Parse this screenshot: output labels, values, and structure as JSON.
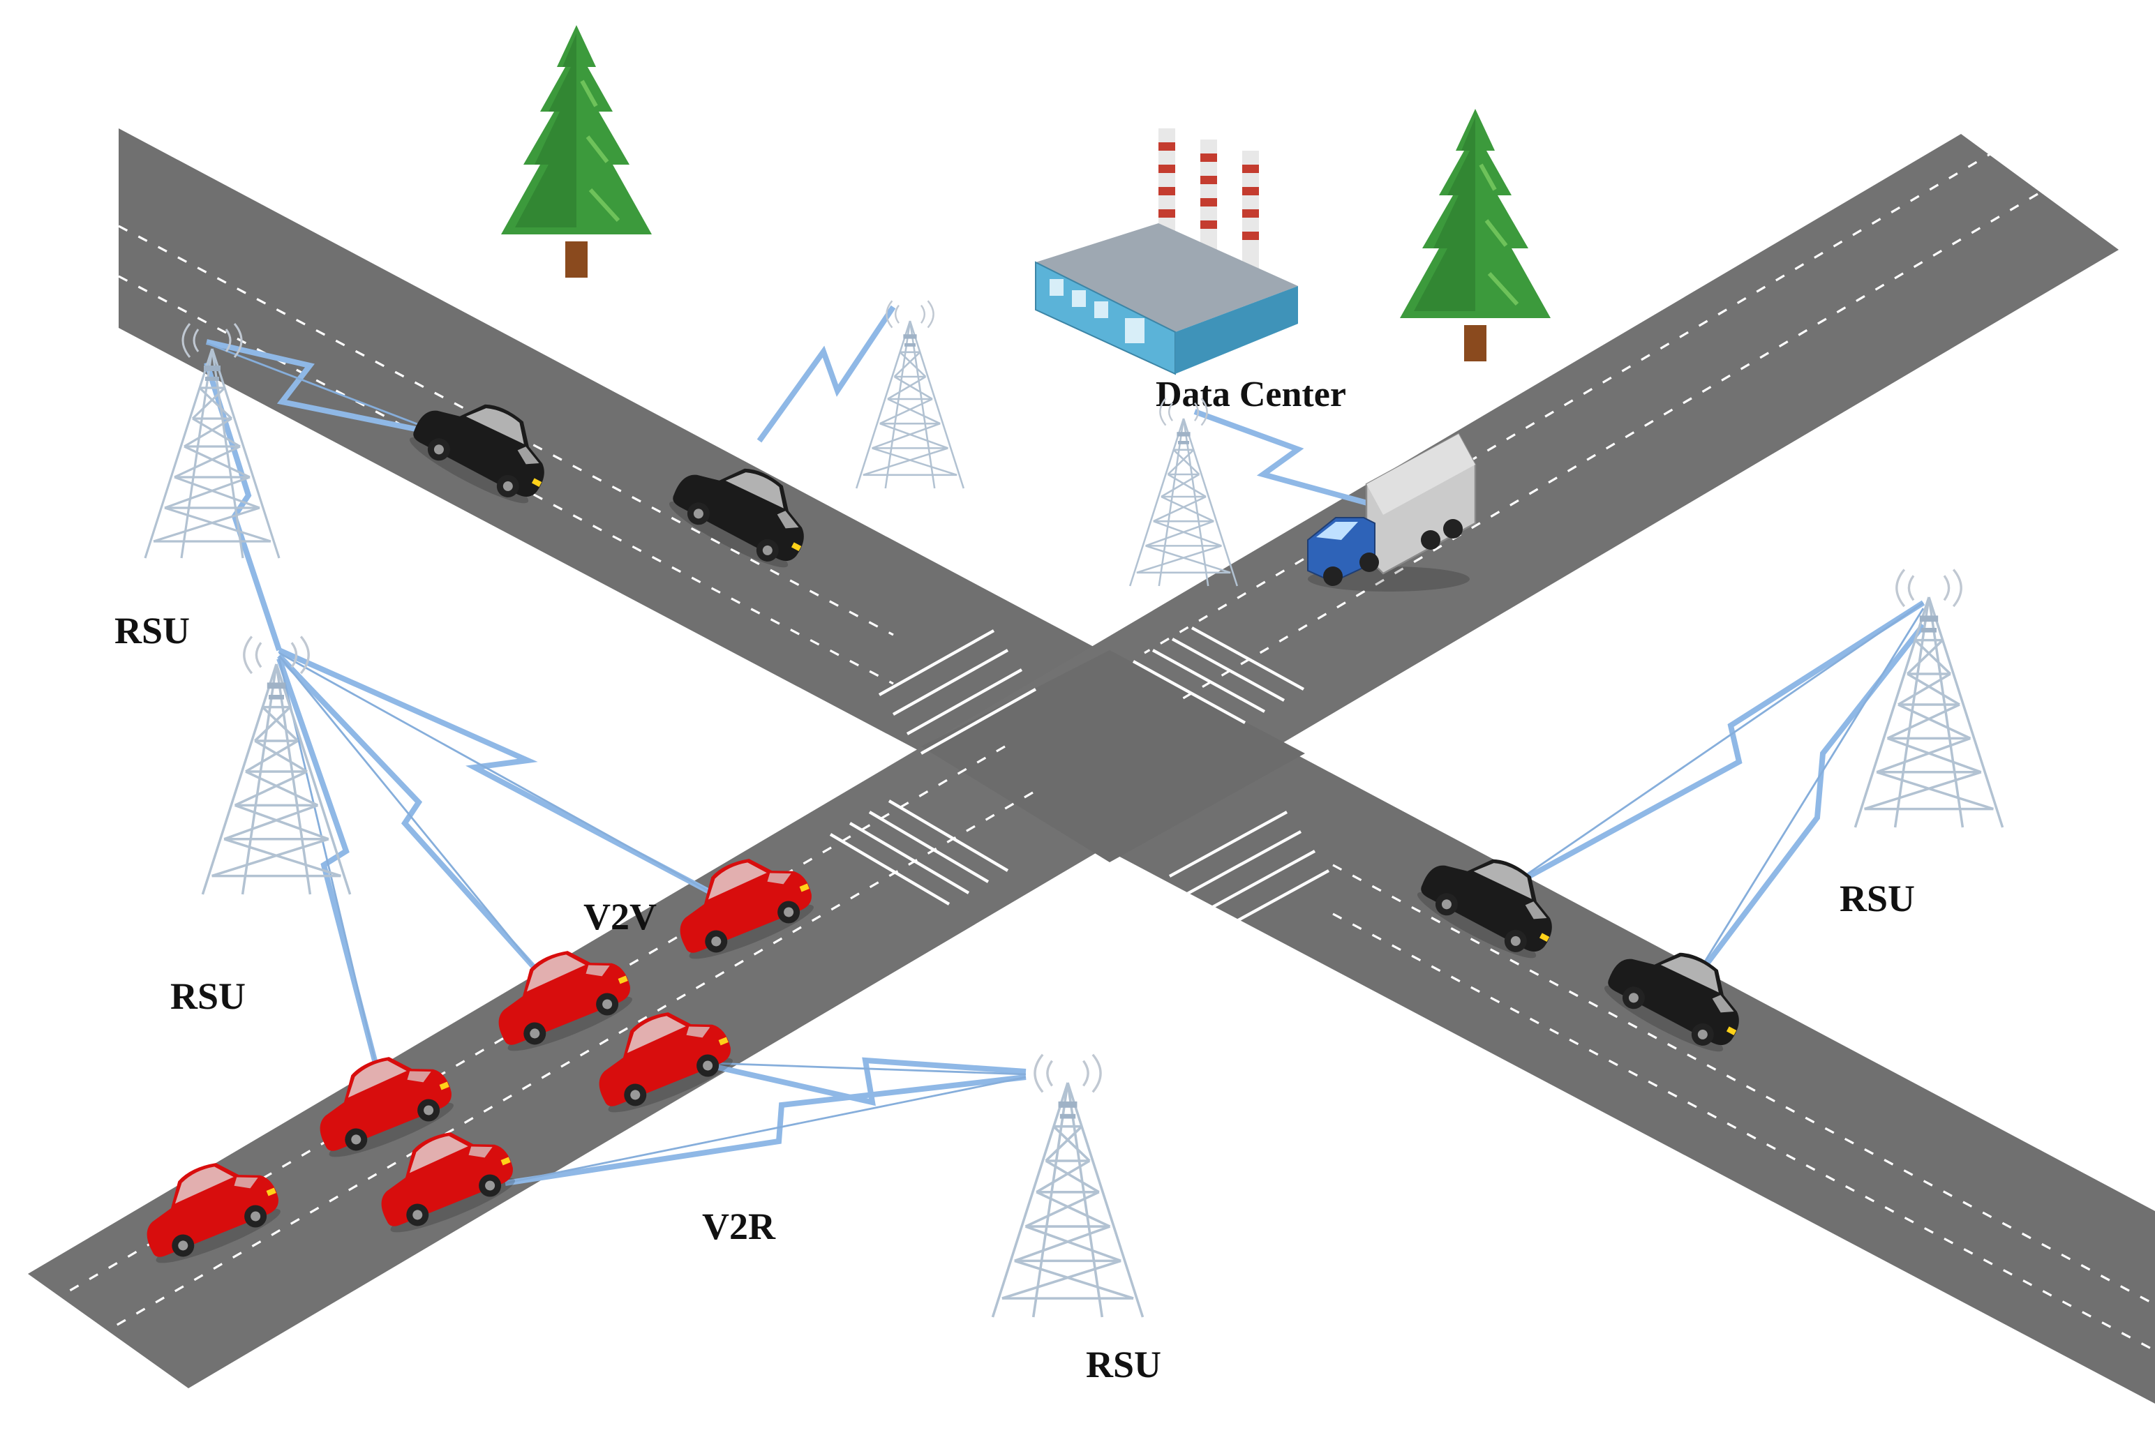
{
  "labels": {
    "data_center": "Data Center",
    "rsu": "RSU",
    "v2v": "V2V",
    "v2r": "V2R"
  },
  "colors": {
    "road": "#707070",
    "road_edge": "#5f5f5f",
    "marking": "#ffffff",
    "link": "#8fb8e6",
    "tower": "#b7c6d6",
    "car_red": "#d80d0d",
    "car_black": "#1b1b1b",
    "truck_cab": "#2e63b8",
    "trailer": "#c9c9c9",
    "building": "#5bb3d8",
    "chimney_red": "#c43c2f",
    "tree": "#3c9a3c",
    "trunk": "#8a4a1e"
  },
  "icons": [
    "rsu-tower-icon",
    "car-icon",
    "truck-icon",
    "data-center-icon",
    "tree-icon",
    "wireless-signal-icon"
  ]
}
